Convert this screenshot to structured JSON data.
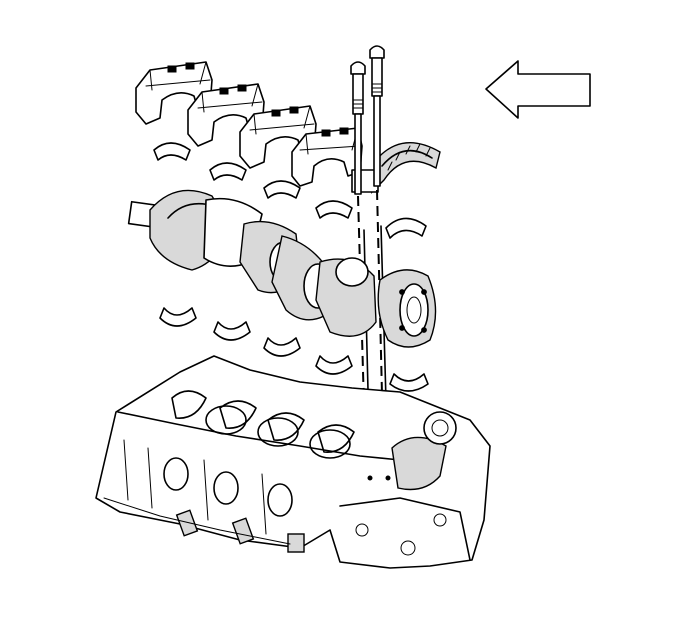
{
  "figure": {
    "components": [
      {
        "name": "main-bearing-caps",
        "count": 4,
        "icon": "bearing-cap-icon"
      },
      {
        "name": "upper-bearing-inserts",
        "count": 5,
        "icon": "bearing-insert-icon"
      },
      {
        "name": "crankshaft",
        "count": 1,
        "icon": "crankshaft-icon"
      },
      {
        "name": "lower-bearing-inserts",
        "count": 5,
        "icon": "bearing-insert-icon"
      },
      {
        "name": "rear-main-bearing-cap",
        "count": 1,
        "icon": "bearing-cap-icon"
      },
      {
        "name": "cap-bolts",
        "count": 2,
        "icon": "bolt-icon"
      },
      {
        "name": "engine-block",
        "count": 1,
        "icon": "engine-block-icon"
      }
    ],
    "direction_arrow": {
      "icon": "arrow-left-icon",
      "direction": "left"
    },
    "colors": {
      "ink": "#000000",
      "background": "#ffffff"
    }
  }
}
